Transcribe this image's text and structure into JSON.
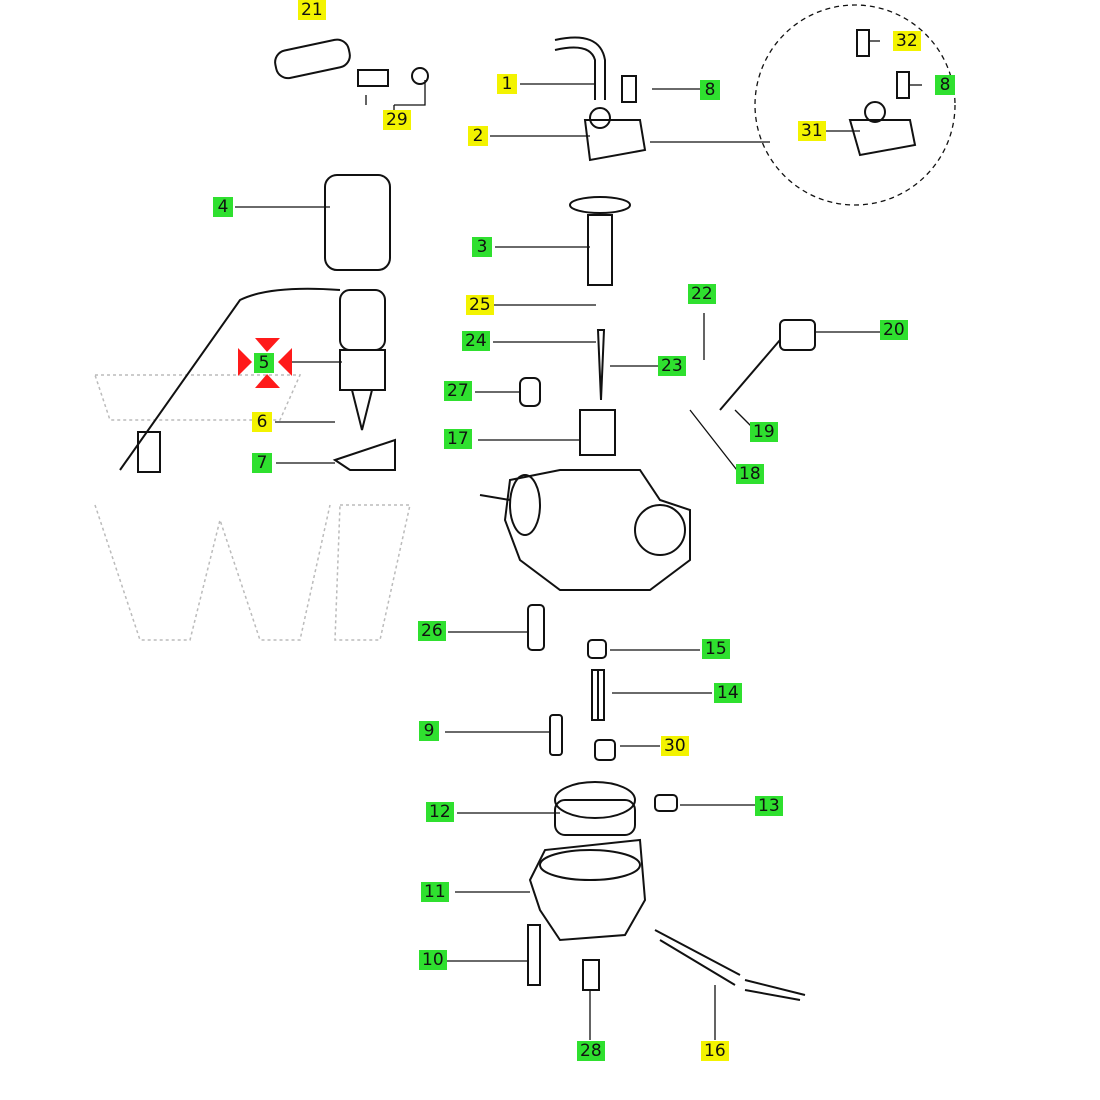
{
  "colors": {
    "green": "#2fe02f",
    "yellow": "#f3f300",
    "highlight": "#ff1a1a"
  },
  "labels": [
    {
      "number": "21",
      "color": "yellow"
    },
    {
      "number": "29",
      "color": "yellow"
    },
    {
      "number": "1",
      "color": "yellow"
    },
    {
      "number": "8",
      "color": "green"
    },
    {
      "number": "2",
      "color": "yellow"
    },
    {
      "number": "32",
      "color": "yellow"
    },
    {
      "number": "8",
      "color": "green"
    },
    {
      "number": "31",
      "color": "yellow"
    },
    {
      "number": "4",
      "color": "green"
    },
    {
      "number": "3",
      "color": "green"
    },
    {
      "number": "25",
      "color": "yellow"
    },
    {
      "number": "22",
      "color": "green"
    },
    {
      "number": "20",
      "color": "green"
    },
    {
      "number": "24",
      "color": "green"
    },
    {
      "number": "5",
      "color": "green"
    },
    {
      "number": "23",
      "color": "green"
    },
    {
      "number": "27",
      "color": "green"
    },
    {
      "number": "6",
      "color": "yellow"
    },
    {
      "number": "19",
      "color": "green"
    },
    {
      "number": "17",
      "color": "green"
    },
    {
      "number": "7",
      "color": "green"
    },
    {
      "number": "18",
      "color": "green"
    },
    {
      "number": "26",
      "color": "green"
    },
    {
      "number": "15",
      "color": "green"
    },
    {
      "number": "14",
      "color": "green"
    },
    {
      "number": "9",
      "color": "green"
    },
    {
      "number": "30",
      "color": "yellow"
    },
    {
      "number": "12",
      "color": "green"
    },
    {
      "number": "13",
      "color": "green"
    },
    {
      "number": "11",
      "color": "green"
    },
    {
      "number": "10",
      "color": "green"
    },
    {
      "number": "28",
      "color": "green"
    },
    {
      "number": "16",
      "color": "yellow"
    }
  ]
}
